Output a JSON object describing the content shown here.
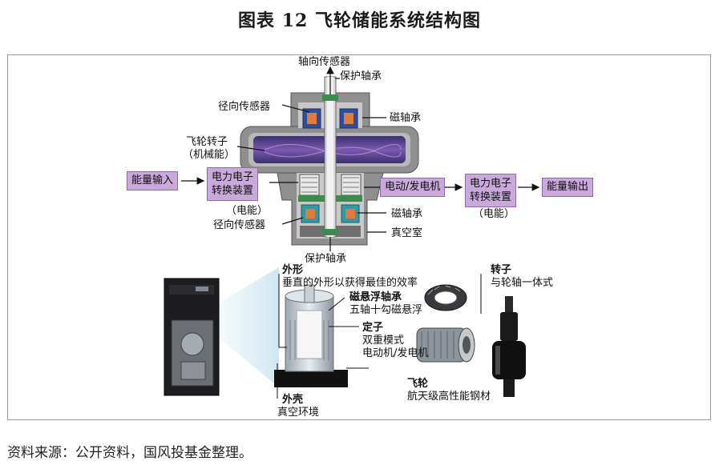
{
  "title": "图表 12  飞轮储能系统结构图",
  "source": "资料来源：公开资料，国风投基金整理。",
  "labels": {
    "axial_sensor": "轴向传感器",
    "protect_bearing_top": "保护轴承",
    "radial_sensor_top": "径向传感器",
    "mag_bearing_top": "磁轴承",
    "rotor_line1": "飞轮转子",
    "rotor_line2": "（机械能）",
    "electric_energy_left": "（电能）",
    "radial_sensor_bottom": "径向传感器",
    "mag_bearing_bottom": "磁轴承",
    "vacuum_chamber": "真空室",
    "protect_bearing_bottom": "保护轴承",
    "electric_energy_right": "（电能）"
  },
  "boxes": {
    "energy_in": "能量输入",
    "converter_left_1": "电力电子",
    "converter_left_2": "转换装置",
    "motor": "电动/发电机",
    "converter_right_1": "电力电子",
    "converter_right_2": "转换装置",
    "energy_out": "能量输出"
  },
  "callouts": {
    "shape_title": "外形",
    "shape_desc": "垂直的外形以获得最佳的效率",
    "maglev_title": "磁悬浮轴承",
    "maglev_desc": "五轴十勾磁悬浮",
    "stator_title": "定子",
    "stator_desc1": "双重模式",
    "stator_desc2": "电动机/发电机",
    "flywheel_title": "飞轮",
    "flywheel_desc": "航天级高性能钢材",
    "rotor_title": "转子",
    "rotor_desc": "与轮轴一体式",
    "shell_title": "外壳",
    "shell_desc": "真空环境"
  },
  "colors": {
    "box_fill": "#c8a9d9",
    "housing": "#9a9a9a",
    "rotor": "#4a3b7a",
    "coil_blue": "#2c4fa0",
    "coil_orange": "#e07b39",
    "green": "#3c8a4c"
  }
}
